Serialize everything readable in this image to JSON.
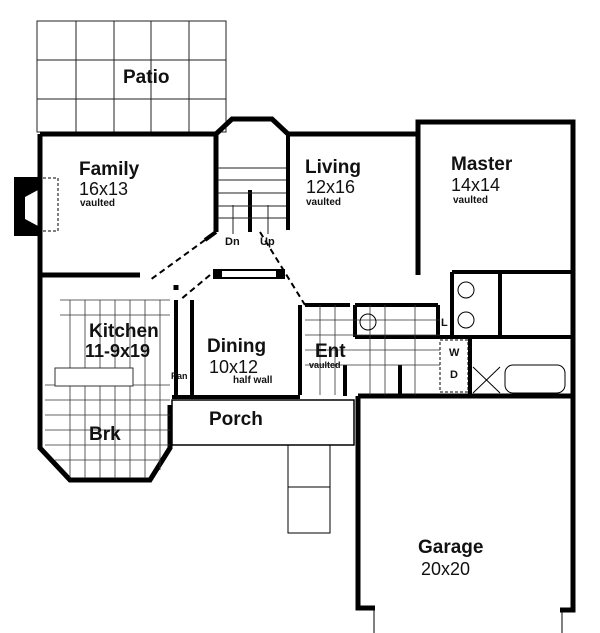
{
  "plan": {
    "rooms": [
      {
        "id": "patio",
        "name": "Patio",
        "dims": "",
        "note": ""
      },
      {
        "id": "family",
        "name": "Family",
        "dims": "16x13",
        "note": "vaulted"
      },
      {
        "id": "living",
        "name": "Living",
        "dims": "12x16",
        "note": "vaulted"
      },
      {
        "id": "master",
        "name": "Master",
        "dims": "14x14",
        "note": "vaulted"
      },
      {
        "id": "kitchen",
        "name": "Kitchen",
        "dims": "11-9x19",
        "note": ""
      },
      {
        "id": "dining",
        "name": "Dining",
        "dims": "10x12",
        "note": "half wall"
      },
      {
        "id": "entry",
        "name": "Ent",
        "dims": "",
        "note": "vaulted"
      },
      {
        "id": "breakfast",
        "name": "Brk",
        "dims": "",
        "note": ""
      },
      {
        "id": "porch",
        "name": "Porch",
        "dims": "",
        "note": ""
      },
      {
        "id": "garage",
        "name": "Garage",
        "dims": "20x20",
        "note": ""
      }
    ],
    "stairs": {
      "down": "Dn",
      "up": "Up"
    },
    "labels": {
      "pantry": "Pan",
      "linen": "L",
      "washer": "W",
      "dryer": "D"
    }
  }
}
